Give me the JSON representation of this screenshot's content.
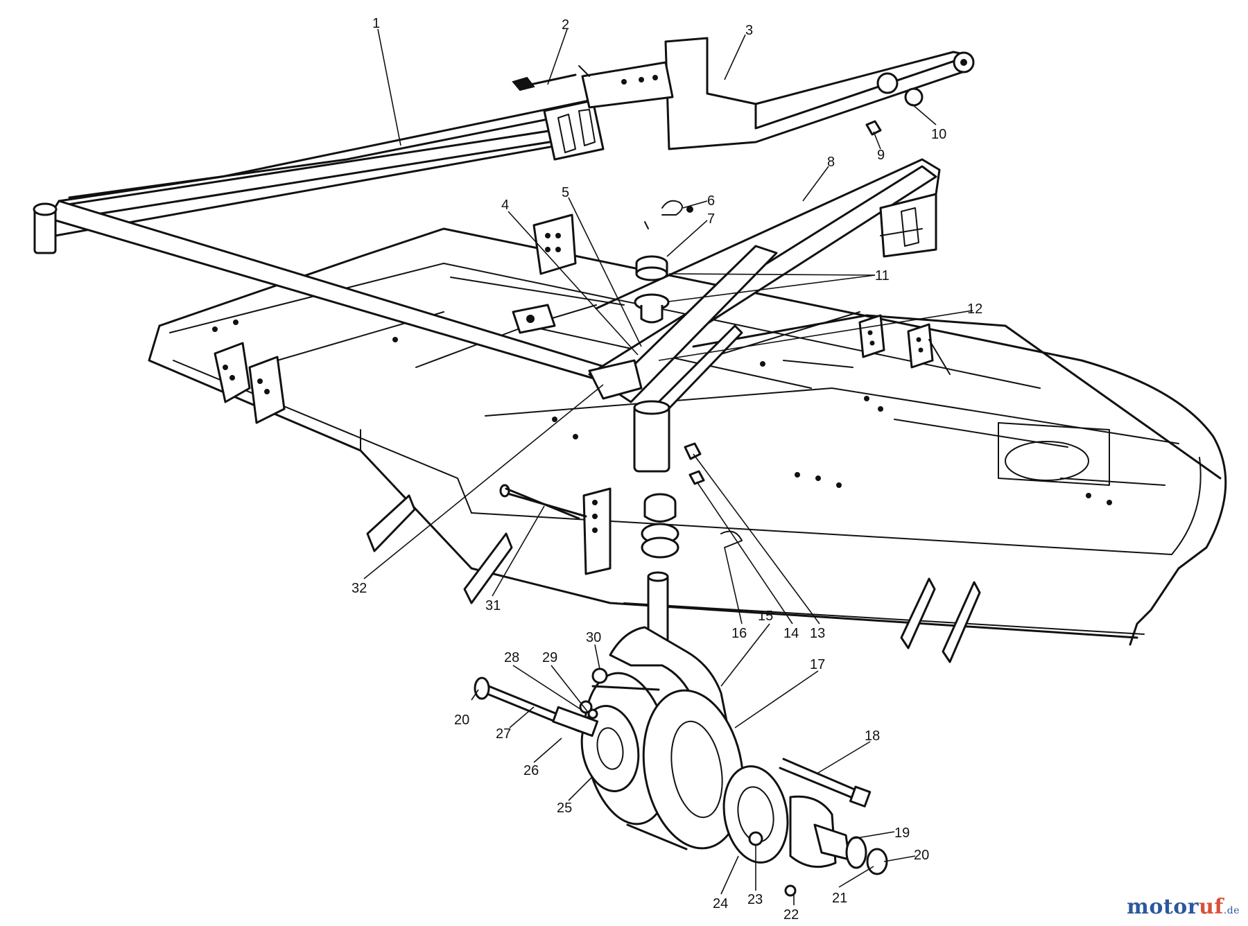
{
  "callouts": [
    {
      "id": "c1",
      "text": "1"
    },
    {
      "id": "c2",
      "text": "2"
    },
    {
      "id": "c3",
      "text": "3"
    },
    {
      "id": "c4",
      "text": "4"
    },
    {
      "id": "c5",
      "text": "5"
    },
    {
      "id": "c6",
      "text": "6"
    },
    {
      "id": "c7",
      "text": "7"
    },
    {
      "id": "c8",
      "text": "8"
    },
    {
      "id": "c9",
      "text": "9"
    },
    {
      "id": "c10",
      "text": "10"
    },
    {
      "id": "c11",
      "text": "11"
    },
    {
      "id": "c12",
      "text": "12"
    },
    {
      "id": "c13",
      "text": "13"
    },
    {
      "id": "c14",
      "text": "14"
    },
    {
      "id": "c15",
      "text": "15"
    },
    {
      "id": "c16",
      "text": "16"
    },
    {
      "id": "c17",
      "text": "17"
    },
    {
      "id": "c18",
      "text": "18"
    },
    {
      "id": "c19",
      "text": "19"
    },
    {
      "id": "c20a",
      "text": "20"
    },
    {
      "id": "c20b",
      "text": "20"
    },
    {
      "id": "c21",
      "text": "21"
    },
    {
      "id": "c22",
      "text": "22"
    },
    {
      "id": "c23",
      "text": "23"
    },
    {
      "id": "c24",
      "text": "24"
    },
    {
      "id": "c25",
      "text": "25"
    },
    {
      "id": "c26",
      "text": "26"
    },
    {
      "id": "c27",
      "text": "27"
    },
    {
      "id": "c28",
      "text": "28"
    },
    {
      "id": "c29",
      "text": "29"
    },
    {
      "id": "c30",
      "text": "30"
    },
    {
      "id": "c31",
      "text": "31"
    },
    {
      "id": "c32",
      "text": "32"
    }
  ],
  "watermark": {
    "part1": "motor",
    "part2": "uf",
    "suffix": ".de"
  }
}
